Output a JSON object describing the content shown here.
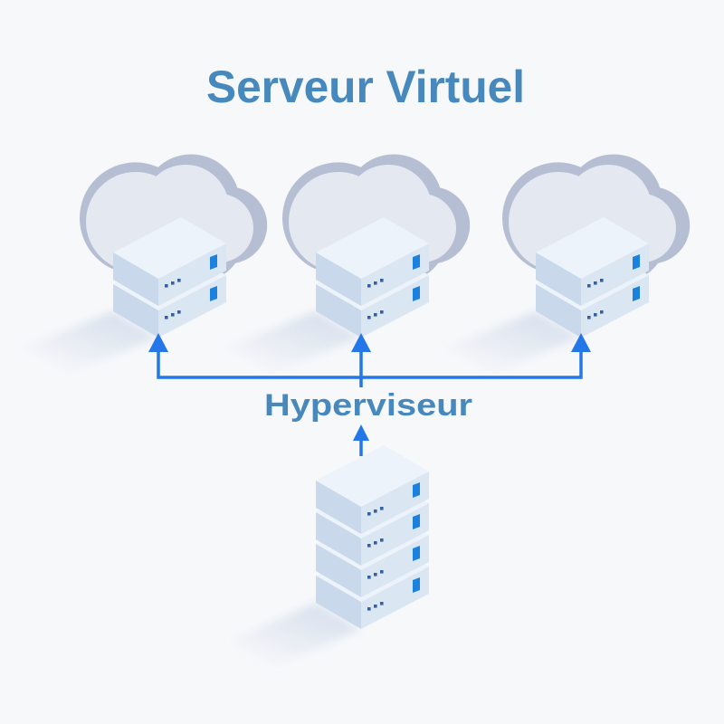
{
  "title": "Serveur Virtuel",
  "hypervisor": {
    "label": "Hyperviseur",
    "icon": "server-stack-icon",
    "stack_layers": 4
  },
  "virtual_servers": [
    {
      "icon": "cloud-server-icon",
      "stack_layers": 2
    },
    {
      "icon": "cloud-server-icon",
      "stack_layers": 2
    },
    {
      "icon": "cloud-server-icon",
      "stack_layers": 2
    }
  ],
  "connectors": {
    "type": "arrow-up-icon",
    "from_hypervisor_to_virtual_servers": 3,
    "from_host_stack_to_hypervisor": 1
  },
  "colors": {
    "background": "#f7f8fa",
    "heading_text": "#4788bd",
    "arrow": "#2377e8",
    "cloud_front": "#e4e8f0",
    "cloud_back": "#b6bed3",
    "box_top": "#edf3fa",
    "box_left": "#c9d8eb",
    "box_right": "#dbe6f3",
    "led": "#1a82dc",
    "dots": "#35619e",
    "shadow": "#bccbe2"
  }
}
